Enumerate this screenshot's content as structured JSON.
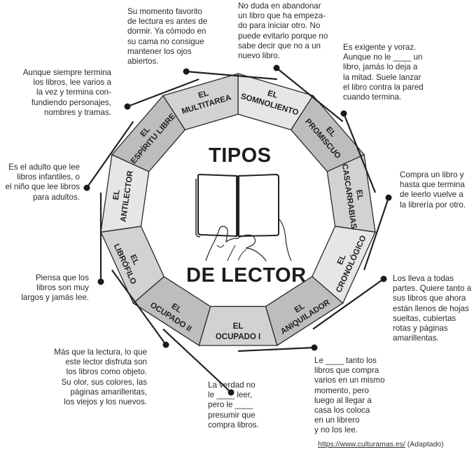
{
  "title_top": "TIPOS",
  "title_bottom": "DE LECTOR",
  "center_image": "book-held-in-hands-illustration",
  "colors": {
    "segment_light": "#e6e6e6",
    "segment_mid": "#d2d2d2",
    "segment_dark": "#bdbdbd",
    "outline": "#2a2a2a",
    "text": "#222222"
  },
  "segments": [
    {
      "id": "somnoliento",
      "line1": "EL",
      "line2": "SOMNOLIENTO",
      "shade": "light",
      "description": [
        "Su momento favorito",
        "de lectura es antes de",
        "dormir. Ya cómodo en",
        "su cama no consigue",
        "mantener los ojos",
        "abiertos."
      ]
    },
    {
      "id": "promiscuo",
      "line1": "EL",
      "line2": "PROMISCUO",
      "shade": "dark",
      "description": [
        "No duda en abandonar",
        "un libro que ha empeza-",
        "do para iniciar otro. No",
        "puede evitarlo porque no",
        "sabe decir que no a un",
        "nuevo libro."
      ]
    },
    {
      "id": "cascarrabias",
      "line1": "EL",
      "line2": "CASCARRABIAS",
      "shade": "mid",
      "description": [
        "Es exigente y voraz.",
        "Aunque no le ____ un",
        "libro, jamás lo deja a",
        "la mitad. Suele lanzar",
        "el libro contra la pared",
        "cuando termina."
      ]
    },
    {
      "id": "cronologico",
      "line1": "EL",
      "line2": "CRONOLÓGICO",
      "shade": "light",
      "description": [
        "Compra un libro y",
        "hasta que termina",
        "de leerlo vuelve a",
        "la librería por otro."
      ]
    },
    {
      "id": "aniquilador",
      "line1": "EL",
      "line2": "ANIQUILADOR",
      "shade": "dark",
      "description": [
        "Los lleva a todas",
        "partes. Quiere tanto a",
        "sus libros que ahora",
        "están llenos de hojas",
        "sueltas, cubiertas",
        "rotas y páginas",
        "amarillentas."
      ]
    },
    {
      "id": "ocupado-i",
      "line1": "EL",
      "line2": "OCUPADO I",
      "shade": "mid",
      "description": [
        "Le ____ tanto los",
        "libros que compra",
        "varios en un mismo",
        "momento, pero",
        "luego al llegar a",
        "casa los coloca",
        "en un librero",
        "y no los lee."
      ]
    },
    {
      "id": "ocupado-ii",
      "line1": "EL",
      "line2": "OCUPADO II",
      "shade": "dark",
      "description": [
        "La verdad no",
        "le ____ leer,",
        "pero le ____",
        "presumir que",
        "compra libros."
      ]
    },
    {
      "id": "librofilo",
      "line1": "EL",
      "line2": "LIBRÓFILO",
      "shade": "mid",
      "description": [
        "Más que la lectura, lo que",
        "este lector disfruta son",
        "los libros como objeto.",
        "Su olor, sus colores, las",
        "páginas amarillentas,",
        "los viejos y los nuevos."
      ]
    },
    {
      "id": "antilector",
      "line1": "EL",
      "line2": "ANTILECTOR",
      "shade": "light",
      "description": [
        "Piensa que los",
        "libros son muy",
        "largos y jamás lee."
      ]
    },
    {
      "id": "espiritu-libre",
      "line1": "EL",
      "line2": "ESPÍRITU LIBRE",
      "shade": "dark",
      "description": [
        "Es el adulto que lee",
        "libros infantiles, o",
        "el niño que lee libros",
        "para adultos."
      ]
    },
    {
      "id": "multitarea",
      "line1": "EL",
      "line2": "MULTITAREA",
      "shade": "mid",
      "description": [
        "Aunque siempre termina",
        "los libros, lee varios a",
        "la vez y termina con-",
        "fundiendo personajes,",
        "nombres y tramas."
      ]
    }
  ],
  "source": {
    "link_text": "https://www.culturamas.es/",
    "suffix": " (Adaptado)"
  }
}
